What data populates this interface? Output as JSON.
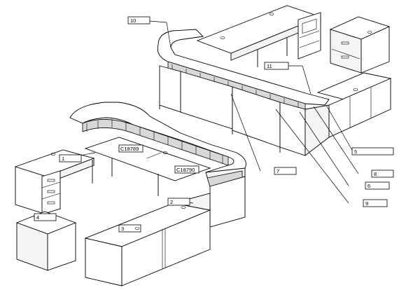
{
  "callouts": {
    "c1": "1",
    "c2": "2",
    "c3": "3",
    "c4": "4",
    "c5": "5",
    "c6": "6",
    "c7": "7",
    "c8": "8",
    "c9": "9",
    "c10": "10",
    "c11": "11"
  },
  "part_labels": {
    "p1": "C18789",
    "p2": "C18790"
  }
}
